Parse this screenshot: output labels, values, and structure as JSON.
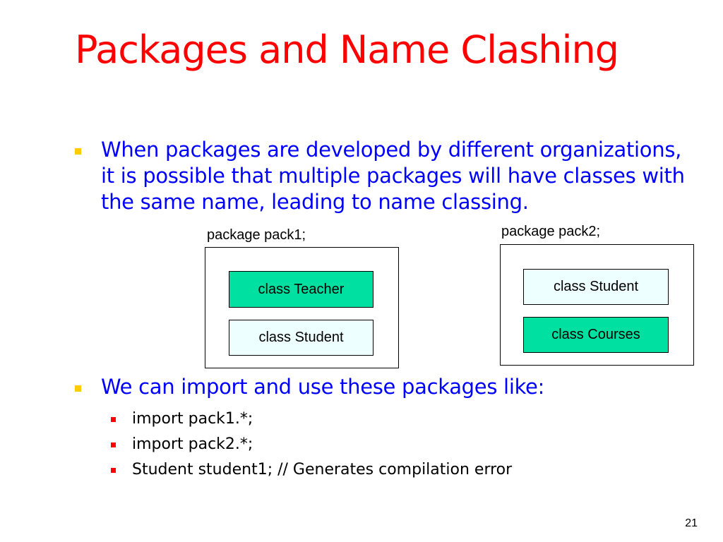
{
  "slide": {
    "title": "Packages and Name Clashing",
    "bullets": [
      {
        "text": "When packages are developed by different organizations, it is possible that multiple packages will have classes with the same name, leading to name classing."
      },
      {
        "text": "We can import and use these packages like:",
        "sub_items": [
          "import pack1.*;",
          "import pack2.*;",
          "Student student1; // Generates compilation error"
        ]
      }
    ],
    "page_number": "21"
  },
  "diagram": {
    "packages": [
      {
        "label": "package pack1;",
        "classes": [
          "class Teacher",
          "class Student"
        ]
      },
      {
        "label": "package pack2;",
        "classes": [
          "class Student",
          "class Courses"
        ]
      }
    ]
  },
  "colors": {
    "title": "#ff0000",
    "bullet_text": "#0000ff",
    "bullet_marker": "#ffcc00",
    "sub_marker": "#ff0000",
    "class_green": "#00e0a0",
    "class_light": "#eeffff"
  }
}
